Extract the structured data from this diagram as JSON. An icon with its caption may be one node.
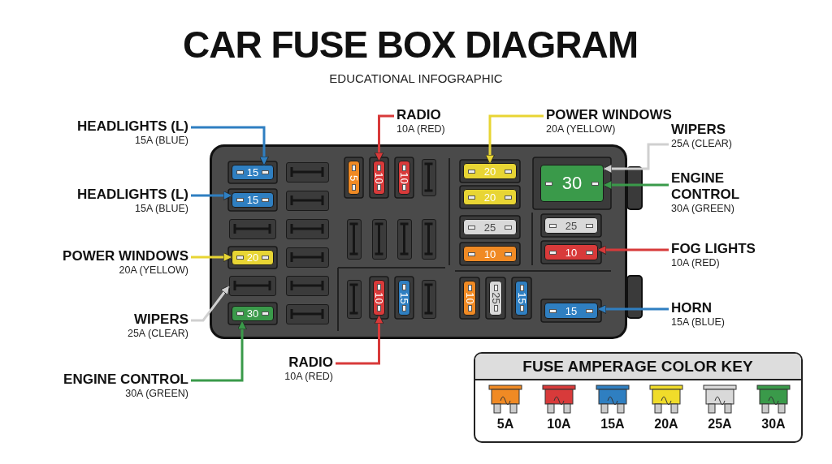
{
  "diagram": {
    "title": "CAR FUSE BOX DIAGRAM",
    "nodes": [
      {
        "text": [
          "HEADLIGHTS (L)",
          "15A (BLUE)"
        ]
      },
      {
        "text": [
          "RADIO",
          "10A (RED)"
        ]
      },
      {
        "text": [
          "POWER WINDOWS",
          "20A (YELLOW)"
        ]
      },
      {
        "text": [
          "WIPERS",
          "25A (CLEAR)"
        ]
      },
      {
        "text": [
          "HEADLIGHTS (L)",
          "15A (BLUE)"
        ]
      },
      {
        "text": [
          "ENGINE CONTROL",
          "30A (GREEN)"
        ]
      },
      {
        "text": [
          "POWER WINDOWS",
          "20A (YELLOW)"
        ]
      },
      {
        "text": [
          "FOG LIGHTS",
          "10A (RED)"
        ]
      },
      {
        "text": [
          "HORN",
          "15A (BLUE)"
        ]
      },
      {
        "text": [
          "WIPERS",
          "25A (CLEAR)"
        ]
      },
      {
        "text": [
          "RADIO",
          "10A (RED)"
        ]
      },
      {
        "text": [
          "ENGINE CONTROL",
          "30A (GREEN)"
        ]
      },
      {
        "text": [],
        "shape": "box"
      },
      {
        "text": [
          "15"
        ],
        "in": 12
      },
      {
        "text": [],
        "shape": "box",
        "in": 12
      },
      {
        "text": [
          "5"
        ],
        "in": 12
      },
      {
        "text": [
          "10"
        ],
        "in": 12
      },
      {
        "text": [
          "10"
        ],
        "in": 12
      },
      {
        "text": [],
        "shape": "box",
        "in": 12
      },
      {
        "text": [
          "20"
        ],
        "in": 12
      },
      {
        "text": [
          "30"
        ],
        "in": 12
      },
      {
        "text": [
          "15"
        ],
        "in": 12
      },
      {
        "text": [],
        "shape": "box",
        "in": 12
      },
      {
        "text": [
          "20"
        ],
        "in": 12
      },
      {
        "text": [],
        "shape": "box",
        "in": 12
      },
      {
        "text": [],
        "shape": "box",
        "in": 12
      },
      {
        "text": [],
        "shape": "box",
        "in": 12
      },
      {
        "text": [],
        "shape": "box",
        "in": 12
      },
      {
        "text": [],
        "shape": "box",
        "in": 12
      },
      {
        "text": [],
        "shape": "box",
        "in": 12
      },
      {
        "text": [
          "25"
        ],
        "in": 12
      },
      {
        "text": [
          "25"
        ],
        "in": 12
      },
      {
        "text": [
          "20"
        ],
        "in": 12
      },
      {
        "text": [],
        "shape": "box",
        "in": 12
      },
      {
        "text": [
          "10"
        ],
        "in": 12
      },
      {
        "text": [
          "10"
        ],
        "in": 12
      },
      {
        "text": [],
        "shape": "box",
        "in": 12
      },
      {
        "text": [],
        "shape": "box",
        "in": 12
      },
      {
        "text": [],
        "shape": "box",
        "in": 12
      },
      {
        "text": [
          "10"
        ],
        "in": 12
      },
      {
        "text": [
          "15"
        ],
        "in": 12
      },
      {
        "text": [],
        "shape": "box",
        "in": 12
      },
      {
        "text": [
          "10"
        ],
        "in": 12
      },
      {
        "text": [
          "25"
        ],
        "in": 12
      },
      {
        "text": [
          "15"
        ],
        "in": 12
      },
      {
        "text": [
          "30"
        ],
        "in": 12
      },
      {
        "text": [],
        "shape": "box",
        "in": 12
      },
      {
        "text": [
          "15"
        ],
        "in": 12
      }
    ],
    "edges": [
      {
        "from": 0,
        "to": 13,
        "arrow": "to",
        "color": "#2f7fc1"
      },
      {
        "from": 4,
        "to": 21,
        "arrow": "to",
        "color": "#2f7fc1"
      },
      {
        "from": 6,
        "to": 32,
        "arrow": "to",
        "color": "#e8d534"
      },
      {
        "from": 9,
        "to": 36,
        "arrow": "to",
        "color": "#d0d0d0"
      },
      {
        "from": 11,
        "to": 45,
        "arrow": "to",
        "color": "#3a9a4a"
      },
      {
        "from": 1,
        "to": 16,
        "arrow": "to",
        "color": "#d83a3a"
      },
      {
        "from": 10,
        "to": 39,
        "arrow": "to",
        "color": "#d83a3a"
      },
      {
        "from": 2,
        "to": 19,
        "arrow": "to",
        "color": "#e8d534"
      },
      {
        "from": 3,
        "to": 20,
        "arrow": "to",
        "color": "#d0d0d0"
      },
      {
        "from": 5,
        "to": 20,
        "arrow": "to",
        "color": "#3a9a4a"
      },
      {
        "from": 7,
        "to": 35,
        "arrow": "to",
        "color": "#d83a3a"
      },
      {
        "from": 8,
        "to": 47,
        "arrow": "to",
        "color": "#2f7fc1"
      }
    ],
    "labels": [
      "EDUCATIONAL INFOGRAPHIC",
      "FUSE AMPERAGE COLOR KEY"
    ],
    "legend": [
      {
        "text": "5A",
        "color": "#f08a24"
      },
      {
        "text": "10A",
        "color": "#d83a3a"
      },
      {
        "text": "15A",
        "color": "#2f7fc1"
      },
      {
        "text": "20A",
        "color": "#f0dc2a"
      },
      {
        "text": "25A",
        "color": "#d9d9d9"
      },
      {
        "text": "30A",
        "color": "#3a9a4a"
      }
    ]
  }
}
